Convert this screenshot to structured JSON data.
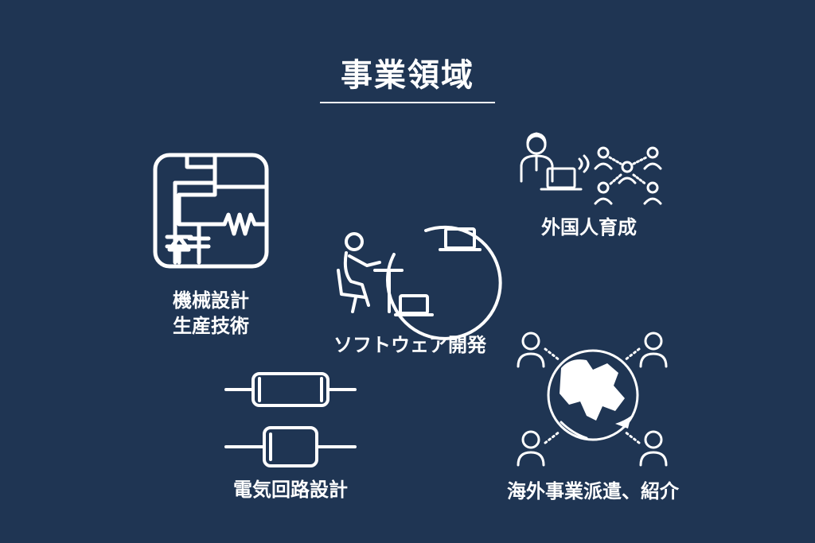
{
  "title": "事業領域",
  "sections": {
    "mechanical": {
      "line1": "機械設計",
      "line2": "生産技術",
      "icon": "circuit-board-icon"
    },
    "software": {
      "label": "ソフトウェア開発",
      "icon": "developer-at-laptop-icon"
    },
    "foreign_training": {
      "label": "外国人育成",
      "icon": "online-training-icon"
    },
    "electrical": {
      "label": "電気回路設計",
      "icon": "electronic-components-icon"
    },
    "overseas": {
      "label": "海外事業派遣、紹介",
      "icon": "globe-network-icon"
    }
  },
  "colors": {
    "background": "#1f3553",
    "foreground": "#ffffff"
  }
}
